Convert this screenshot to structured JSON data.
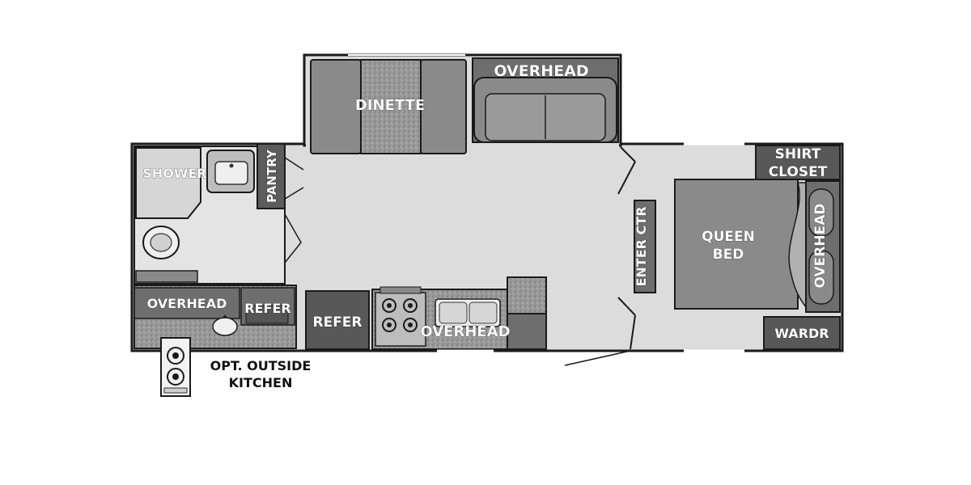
{
  "labels": {
    "dinette": "DINETTE",
    "overhead_slide": "OVERHEAD",
    "shower": "SHOWER",
    "pantry": "PANTRY",
    "shirt_closet_1": "SHIRT",
    "shirt_closet_2": "CLOSET",
    "queen_bed_1": "QUEEN",
    "queen_bed_2": "BED",
    "overhead_bed": "OVERHEAD",
    "enter_ctr": "ENTER CTR",
    "wardr": "WARDR",
    "overhead_rear": "OVERHEAD",
    "refer_small": "REFER",
    "refer_main": "REFER",
    "overhead_kitchen": "OVERHEAD",
    "outside_kitchen_1": "OPT. OUTSIDE",
    "outside_kitchen_2": "KITCHEN"
  },
  "colors": {
    "wall": "#1a1a1a",
    "floor": "#dcdcdc",
    "cabinet": "#6e6e6e",
    "cabinet_dark": "#555555",
    "cushion": "#8a8a8a",
    "counter": "#a9a9a9"
  }
}
